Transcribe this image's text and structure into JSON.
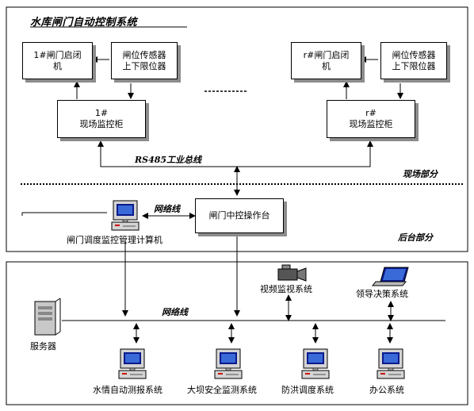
{
  "title": "水库闸门自动控制系统",
  "field": {
    "gate1": {
      "line1": "1#闸门启闭",
      "line2": "机"
    },
    "sensor1": {
      "line1": "闸位传感器",
      "line2": "上下限位器"
    },
    "cabinet1": {
      "line1": "1#",
      "line2": "现场监控柜"
    },
    "gate_r": {
      "line1": "r#闸门启闭",
      "line2": "机"
    },
    "sensor_r": {
      "line1": "闸位传感器",
      "line2": "上下限位器"
    },
    "cabinet_r": {
      "line1": "r#",
      "line2": "现场监控柜"
    },
    "bus_label": "RS485工业总线",
    "section_label": "现场部分"
  },
  "backstage": {
    "console": "闸门中控操作台",
    "network_label": "网络线",
    "computer_label": "闸门调度监控管理计算机",
    "section_label": "后台部分"
  },
  "office": {
    "network_label": "网络线",
    "server": "服务器",
    "video": "视频监视系统",
    "leader": "领导决策系统",
    "systems": [
      "水情自动测报系统",
      "大坝安全监测系统",
      "防洪调度系统",
      "办公系统"
    ]
  }
}
